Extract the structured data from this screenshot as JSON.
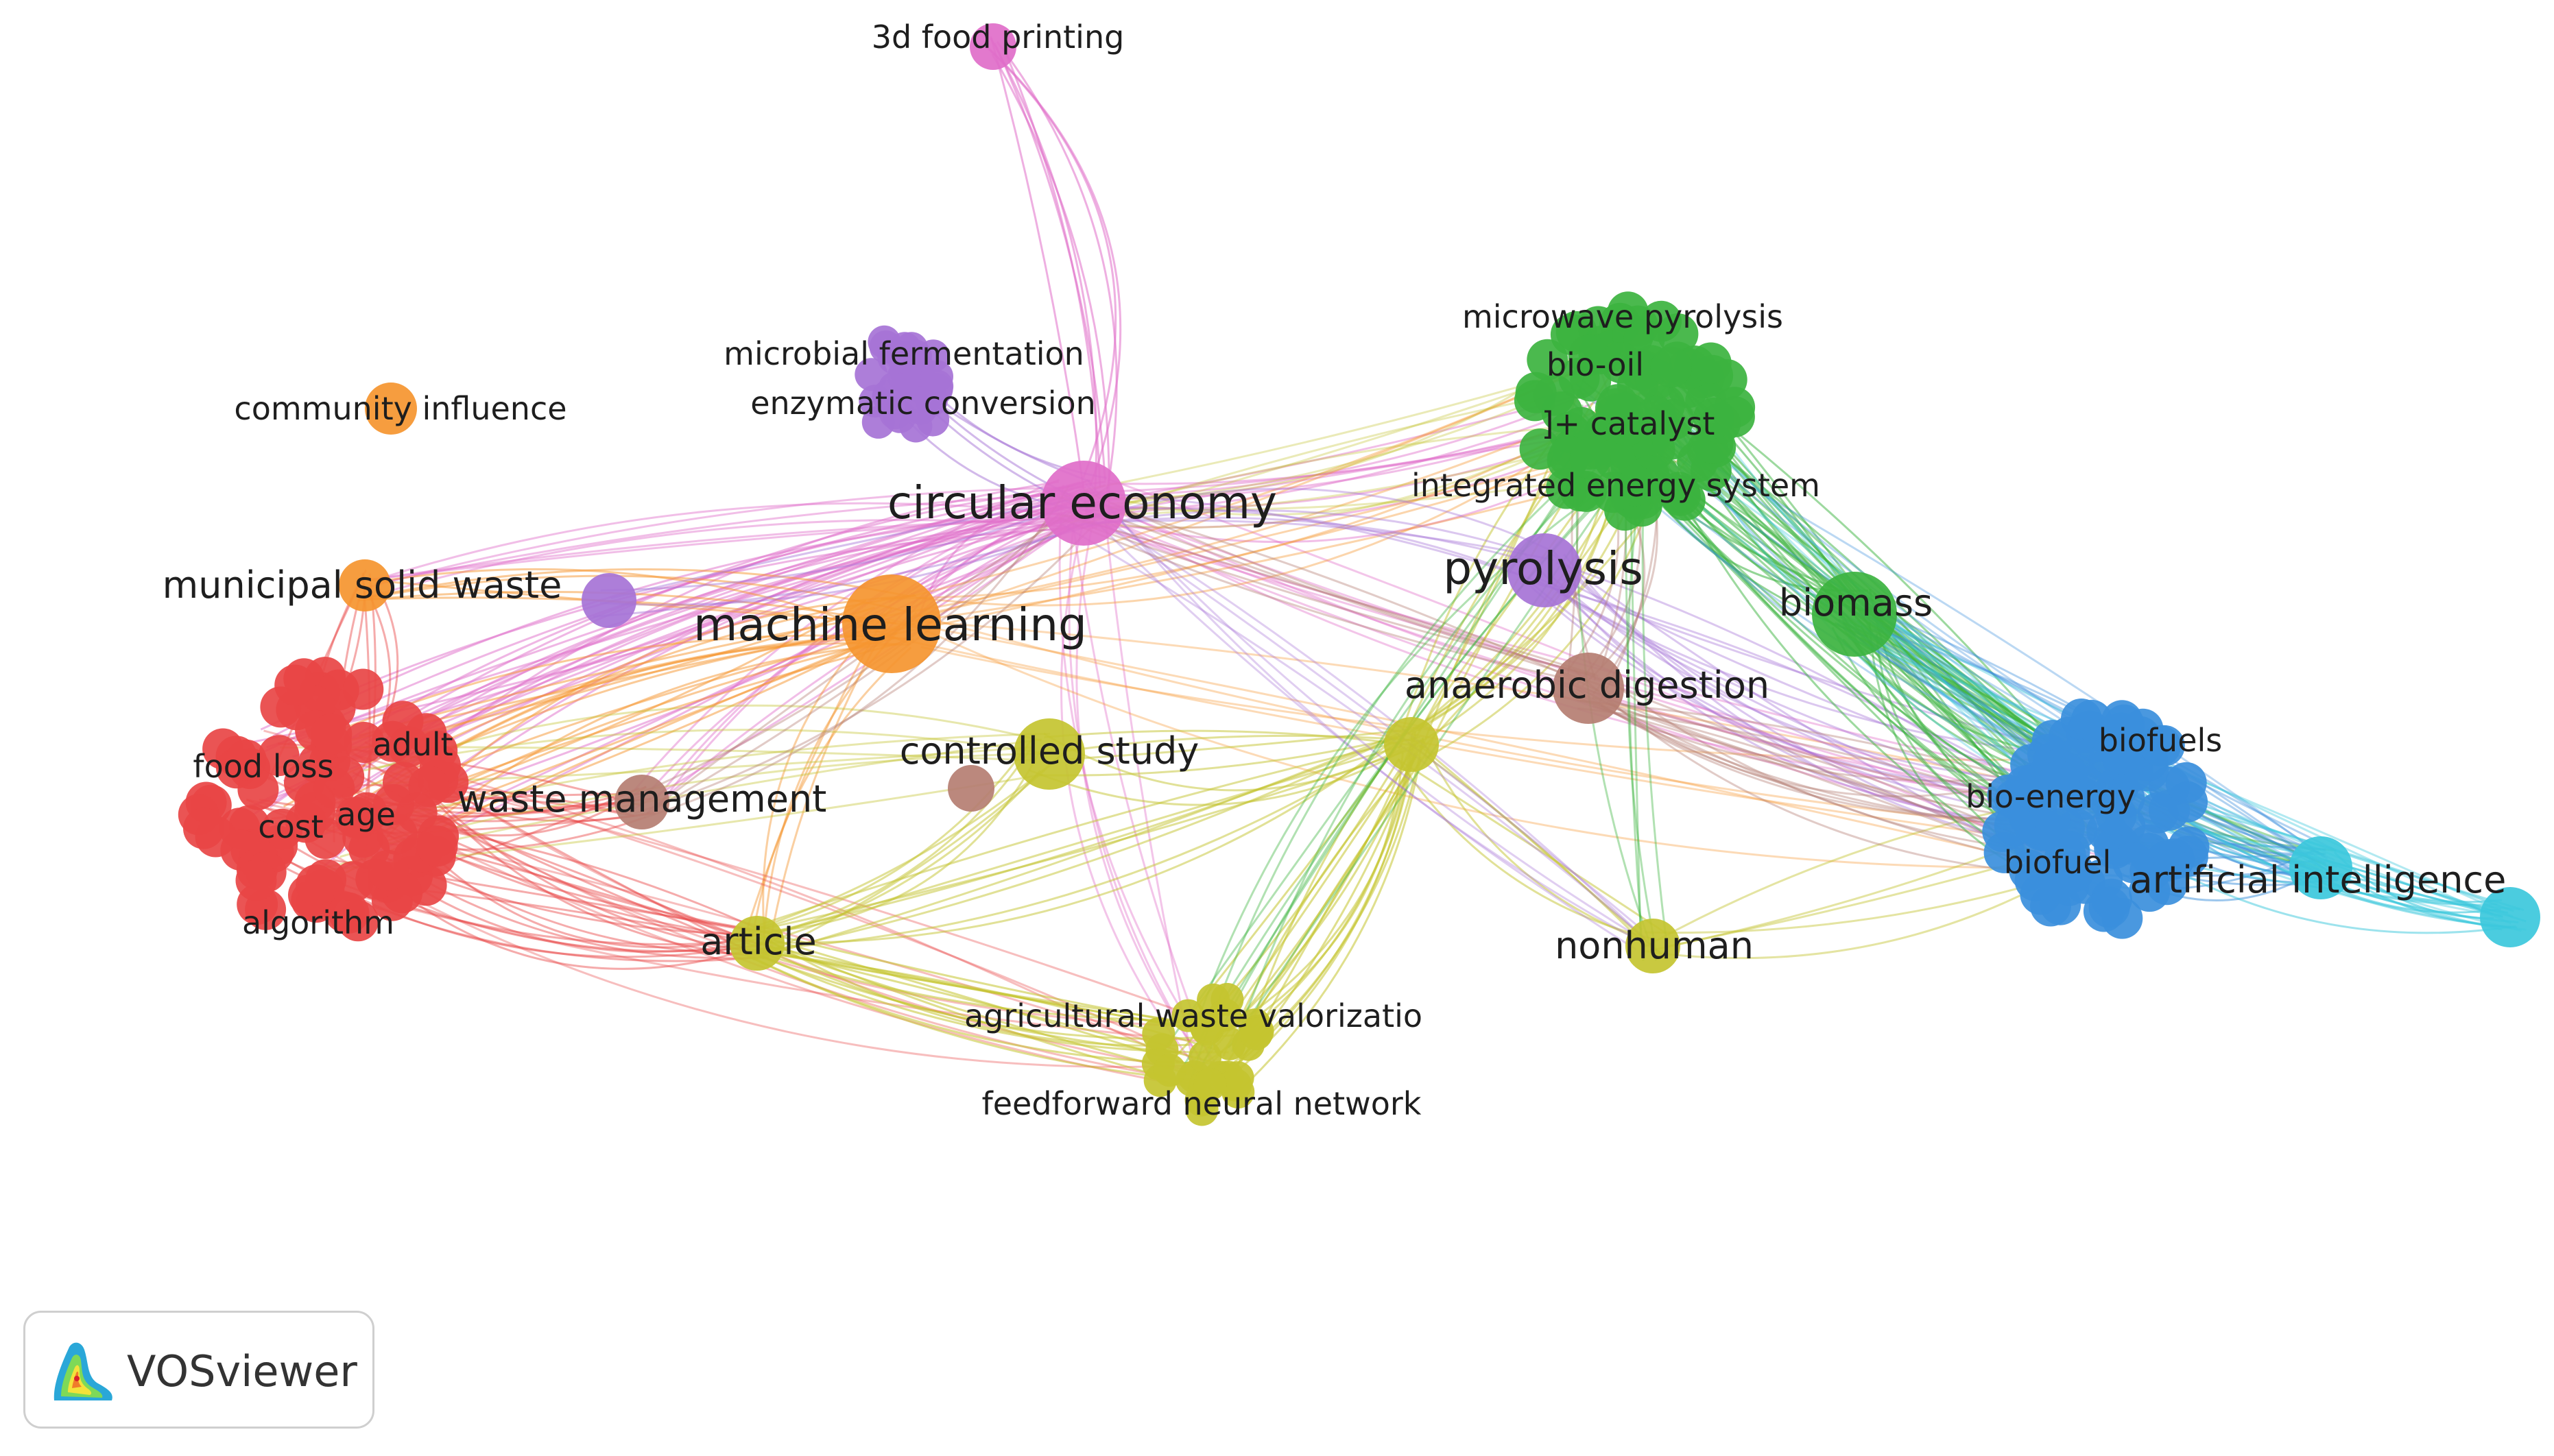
{
  "clusters": {
    "red": {
      "color": "#e84545"
    },
    "orange": {
      "color": "#f5952f"
    },
    "magenta": {
      "color": "#e06ec9"
    },
    "purple": {
      "color": "#a673d6"
    },
    "green": {
      "color": "#3cb33f"
    },
    "blue": {
      "color": "#3b8fdc"
    },
    "cyan": {
      "color": "#3cc8dc"
    },
    "yellow": {
      "color": "#c4c430"
    },
    "brown": {
      "color": "#b57e72"
    }
  },
  "labels": {
    "food_printing": "3d food printing",
    "community_influence": "community influence",
    "microbial_fermentation": "microbial fermentation",
    "enzymatic_conversion": "enzymatic conversion",
    "circular_economy": "circular economy",
    "municipal_solid_waste": "municipal solid waste",
    "machine_learning": "machine learning",
    "food_loss": "food loss",
    "adult": "adult",
    "age": "age",
    "cost": "cost",
    "algorithm": "algorithm",
    "waste_management": "waste management",
    "controlled_study": "controlled study",
    "article": "article",
    "agricultural_waste": "agricultural waste valorizatio",
    "feedforward": "feedforward neural network",
    "microwave_pyrolysis": "microwave pyrolysis",
    "bio_oil": "bio-oil",
    "catalyst": "]+ catalyst",
    "integrated_energy": "integrated energy system",
    "pyrolysis": "pyrolysis",
    "biomass": "biomass",
    "anaerobic_digestion": "anaerobic digestion",
    "biofuels": "biofuels",
    "bio_energy": "bio-energy",
    "biofuel": "biofuel",
    "artificial_intelligence": "artificial intelligence",
    "nonhuman": "nonhuman"
  },
  "logo": {
    "text": "VOSviewer",
    "icon": "vosviewer-logo-icon"
  }
}
